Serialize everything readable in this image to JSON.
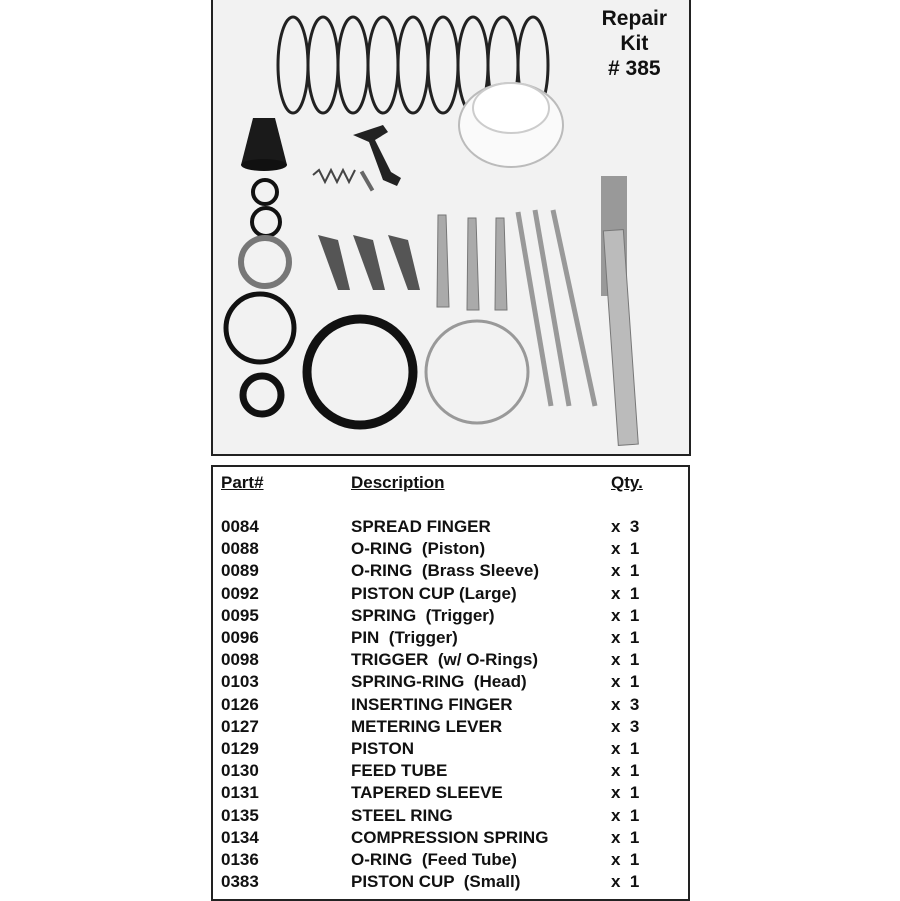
{
  "kit_label": {
    "line1": "Repair",
    "line2": "Kit",
    "line3": "# 385"
  },
  "table": {
    "headers": {
      "part": "Part#",
      "description": "Description",
      "qty": "Qty."
    },
    "rows": [
      {
        "part": "0084",
        "description": "SPREAD FINGER",
        "qty": "x  3"
      },
      {
        "part": "0088",
        "description": "O-RING  (Piston)",
        "qty": "x  1"
      },
      {
        "part": "0089",
        "description": "O-RING  (Brass Sleeve)",
        "qty": "x  1"
      },
      {
        "part": "0092",
        "description": "PISTON CUP (Large)",
        "qty": "x  1"
      },
      {
        "part": "0095",
        "description": "SPRING  (Trigger)",
        "qty": "x  1"
      },
      {
        "part": "0096",
        "description": "PIN  (Trigger)",
        "qty": "x  1"
      },
      {
        "part": "0098",
        "description": "TRIGGER  (w/ O-Rings)",
        "qty": "x  1"
      },
      {
        "part": "0103",
        "description": "SPRING-RING  (Head)",
        "qty": "x  1"
      },
      {
        "part": "0126",
        "description": "INSERTING FINGER",
        "qty": "x  3"
      },
      {
        "part": "0127",
        "description": "METERING LEVER",
        "qty": "x  3"
      },
      {
        "part": "0129",
        "description": "PISTON",
        "qty": "x  1"
      },
      {
        "part": "0130",
        "description": "FEED TUBE",
        "qty": "x  1"
      },
      {
        "part": "0131",
        "description": "TAPERED SLEEVE",
        "qty": "x  1"
      },
      {
        "part": "0135",
        "description": "STEEL RING",
        "qty": "x  1"
      },
      {
        "part": "0134",
        "description": "COMPRESSION SPRING",
        "qty": "x  1"
      },
      {
        "part": "0136",
        "description": "O-RING  (Feed Tube)",
        "qty": "x  1"
      },
      {
        "part": "0383",
        "description": "PISTON CUP  (Small)",
        "qty": "x  1"
      }
    ]
  }
}
